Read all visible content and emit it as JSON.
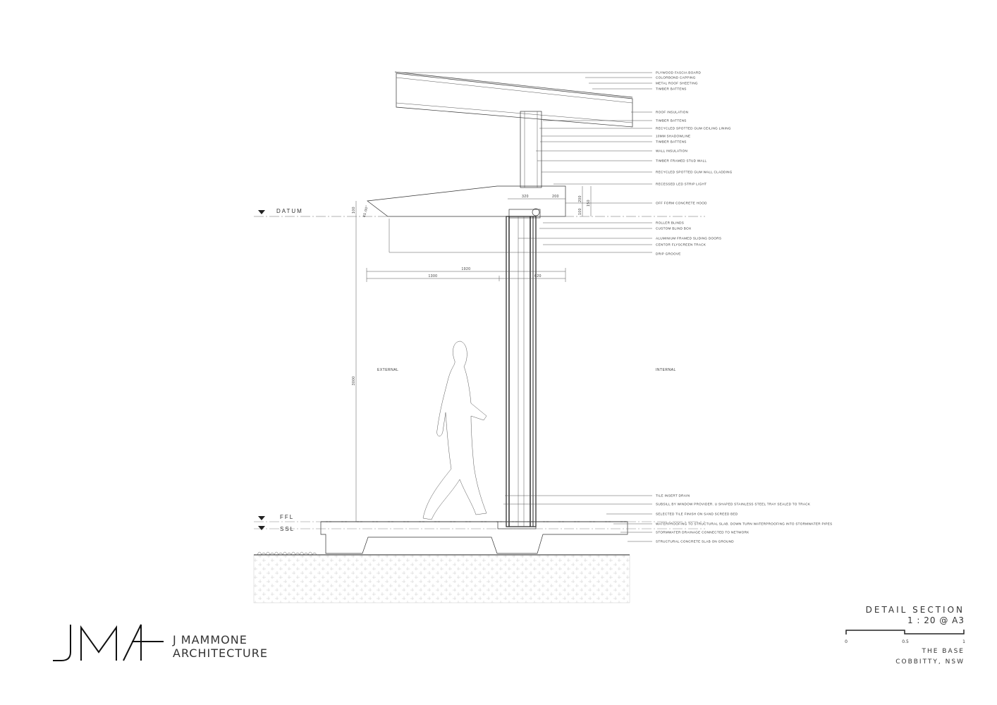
{
  "drawing": {
    "annotations_roof": [
      "PLYWOOD FASCIA BOARD",
      "COLORBOND CAPPING",
      "METAL ROOF SHEETING",
      "TIMBER BATTENS",
      "ROOF INSULATION",
      "TIMBER BATTENS",
      "RECYCLED SPOTTED GUM CEILING LINING",
      "10MM SHADOWLINE",
      "TIMBER BATTENS",
      "WALL INSULATION",
      "TIMBER FRAMED STUD WALL",
      "RECYCLED SPOTTED GUM WALL CLADDING",
      "RECESSED LED STRIP LIGHT"
    ],
    "annotations_hood": [
      "OFF FORM CONCRETE HOOD",
      "ROLLER BLINDS",
      "CUSTOM BLIND BOX",
      "ALUMINIUM FRAMED SLIDING DOORS",
      "CENTOR FLYSCREEN TRACK",
      "DRIP GROOVE"
    ],
    "annotations_floor": [
      "TILE INSERT DRAIN",
      "SUBSILL BY WINDOW PROVIDER. U SHAPED STAINLESS STEEL TRAY SEALED TO TRACK",
      "SELECTED TILE FINISH ON SAND SCREED BED",
      "WATERPROOFING TO STRUCTURAL SLAB. DOWN TURN WATERPROOFING INTO STORMWATER PIPES",
      "STORMWATER DRAINAGE CONNECTED TO NETWORK",
      "STRUCTURAL CONCRETE SLAB ON GROUND"
    ],
    "dimensions": {
      "overall_width": "1920",
      "external_width": "1300",
      "internal_width": "620",
      "hood_a": "320",
      "hood_b": "200",
      "hood_height_a": "200",
      "hood_height_b": "150",
      "hood_height_c": "100",
      "tip_height": "100",
      "angle": "45.00°",
      "opening_height": "3000"
    },
    "zones": {
      "external": "EXTERNAL",
      "internal": "INTERNAL"
    },
    "levels": {
      "datum": "DATUM",
      "ffl": "FFL",
      "ssl": "SSL"
    }
  },
  "title_block": {
    "title": "DETAIL SECTION",
    "scale": "1 : 20  @  A3",
    "scale_bar_ticks": [
      "0",
      "0.5",
      "1"
    ],
    "project": "THE BASE",
    "location": "COBBITTY, NSW"
  },
  "logo": {
    "mark": "JMA",
    "name_line1": "J MAMMONE",
    "name_line2": "ARCHITECTURE"
  }
}
